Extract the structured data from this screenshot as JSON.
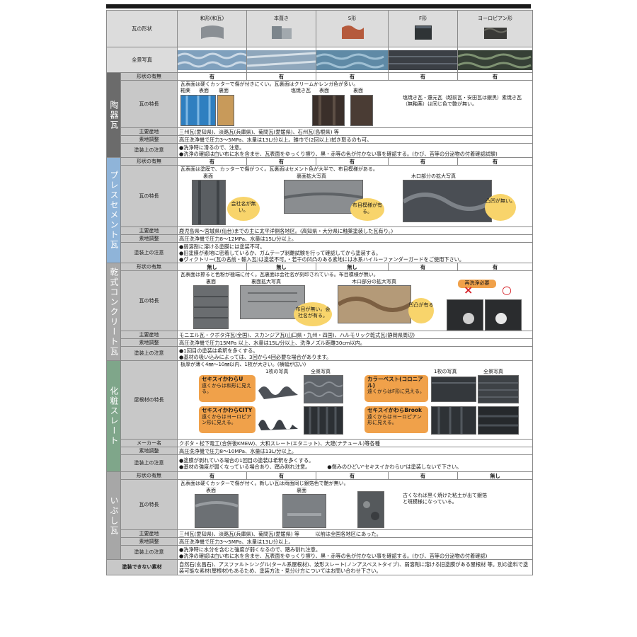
{
  "header": {
    "row_label": "瓦の形状",
    "photo_label": "全景写真",
    "shapes": [
      "和形(和瓦)",
      "本葺き",
      "S形",
      "F形",
      "ヨーロピアン形"
    ]
  },
  "labels": {
    "shape": "形状の有無",
    "feature": "瓦の特長",
    "origin": "主要産地",
    "adjust": "素地調整",
    "caution": "塗装上の注意",
    "roof_feature": "屋根材の特長",
    "maker": "メーカー名",
    "not_paintable": "塗装できない素材"
  },
  "sections": {
    "tougawara": {
      "name": "陶器瓦",
      "shape_values": [
        "有",
        "有",
        "有",
        "有",
        "有"
      ],
      "feature_text": "瓦表面は硬くカッターで傷が付きにくい。瓦裏面はクリームかレンガ色が多い。",
      "cap_yuuyaku": "釉薬",
      "cap_front": "表面",
      "cap_back": "裏面",
      "cap_shioyaki": "塩焼き瓦",
      "cap_front2": "表面",
      "cap_back2": "裏面",
      "note": "塩焼き瓦・還元瓦（越前瓦・安田瓦は銀黒）素焼き瓦（無釉薬）は同じ色で艶が無い。",
      "origin": "三州瓦(愛知県)、淡路瓦(兵庫県)、菊間瓦(愛媛県)、石州瓦(島根県) 等",
      "adjust": "高圧洗浄機で圧力3～5MPa、水量は13L/分以上。雑巾で(2回以上)拭き取るのも可。",
      "caution1": "●洗浄時に滑るので、注意。",
      "caution2": "●洗浄の確認は白い布に水を含ませ、瓦表面をゆっくり擦り、黒・赤等の色が付かない事を確認する。(かび、苔等の分泌物の付着確認試験)"
    },
    "press": {
      "name": "プレスセメント瓦",
      "shape_values": [
        "有",
        "有",
        "有",
        "有",
        "有"
      ],
      "feature_text": "瓦表面は塗膜で、カッターで傷がつく。瓦裏面はセメント色が大半で、布目模様がある。",
      "cap_back": "裏面",
      "cap_back_zoom": "裏面拡大写真",
      "cap_kiguchi": "木口部分の拡大写真",
      "bubble1": "会社名が無い。",
      "bubble2": "布目模様が有る。",
      "bubble3": "凸凹が無い。",
      "origin": "鹿児島県～宮城県(仙台)までの主に太平洋側各地区。(高知県・大分県に釉薬塗装した瓦有り。)",
      "adjust": "高圧洗浄機で圧力8～12MPa、水量は15L/分以上。",
      "caution1": "●弱溶剤に溶ける塗膜には塗装不可。",
      "caution2": "●旧塗膜が素地に密着しているか、ガムテープ剥離試験を行って確認してから塗装する。",
      "caution3": "●ヴィクトリー(瓦の名前・輸入瓦)は塗装不可。・若干の凹凸のある素地には水系ハイルーファンダーガードをご使用下さい。"
    },
    "concrete": {
      "name": "乾式コンクリート瓦",
      "shape_values": [
        "無し",
        "無し",
        "無し",
        "有",
        "有"
      ],
      "feature_text": "瓦表面は擦ると色粉が極端に付く。瓦裏面は会社名が刻印されている。布目模様が無い。",
      "cap_back": "裏面",
      "cap_back_zoom": "裏面拡大写真",
      "cap_kiguchi": "木口部分の拡大写真",
      "cap_rewash": "再洗浄必要",
      "bubble1": "布目が無い。会社名が有る。",
      "bubble2": "凹凸が有る",
      "mark_x": "×",
      "mark_o": "○",
      "origin": "モニエル瓦・クボタ洋瓦(全国)、スカンジア瓦(山口県・九州・四国)、ハルモリック乾式瓦(静岡県周辺)",
      "adjust": "高圧洗浄機で圧力15MPa 以上、水量は15L/分以上、洗浄ノズル距離30cm以内。",
      "caution1": "●1回目の塗装は希釈を多くする。",
      "caution2": "●基材の吸い込みによっては、3回から4回必要な場合があります。"
    },
    "slate": {
      "name": "化粧スレート",
      "feature_text": "板厚が薄く4㎜～10㎜以内、1枚が大きい。(横幅が広い)",
      "cap_one": "1枚の写真",
      "cap_full": "全景写真",
      "cap_one2": "1枚の写真",
      "cap_full2": "全景写真",
      "box1_title": "セキスイかわらU",
      "box1_text": "遠くからは和形に見える。",
      "box2_title": "セキスイかわらCITY",
      "box2_text": "遠くからはヨーロピアン形に見える。",
      "box3_title": "カラーベスト(コロニアル)",
      "box3_text": "遠くからはF形に見える。",
      "box4_title": "セキスイかわらBrook",
      "box4_text": "遠くからはヨーロピアン形に見える。",
      "maker": "クボタ・松下電工(合併後KMEW)、大和スレート(エタニット)、大建(ナチュール)等各種",
      "adjust": "高圧洗浄機で圧力8～10MPa、水量は13L/分以上。",
      "caution1": "●塗膜が剥れている場合の1回目の塗装は希釈を多くする。",
      "caution2": "●基材の強度が弱くなっている場合あり、踏み割れ注意。",
      "caution3": "●傷みのひどい\"セキスイかわらU\"は塗装しないで下さい。"
    },
    "ibushi": {
      "name": "いぶし瓦",
      "shape_values": [
        "有",
        "有",
        "有",
        "有",
        "無し"
      ],
      "feature_text": "瓦表面は硬くカッターで傷が付く。新しい瓦は両面同じ銀箔色で艶が無い。",
      "cap_front": "表面",
      "cap_back": "裏面",
      "note": "古くなれば黒く焼けた粘土が出て銀箔と斑模様になっている。",
      "origin": "三州瓦(愛知県)、淡路瓦(兵庫県)、菊間瓦(愛媛県) 等",
      "origin2": "以前は全国各地区にあった。",
      "adjust": "高圧洗浄機で圧力3～5MPa、水量は13L/分以上。",
      "caution1": "●洗浄時に水分を含むと強度が弱くなるので、踏み割れ注意。",
      "caution2": "●洗浄の確認は白い布に水を含ませ、瓦表面をゆっくり擦り、黒・赤等の色が付かない事を確認する。(かび、苔等の分泌物の付着確認)"
    },
    "not_paintable_text": "自然石(玄昌石)、アスファルトシングル(タール系屋根材)、波形スレート(ノンアスベストタイプ)、弱溶剤に溶ける旧塗膜がある屋根材 等。別の塗料で塗装可能な素材(屋根材)もあるため、塗装方法・見分け方についてはお問い合わせ下さい。"
  },
  "colors": {
    "header_gray": "#dcdcdc",
    "label_gray": "#c8c8c8",
    "tougawara": "#6b6b6b",
    "press": "#8fb4d9",
    "concrete": "#a9a9a9",
    "slate": "#7fa68a",
    "ibushi": "#a7a7a7",
    "bubble_yellow": "#f8d46b",
    "box_orange": "#f0a14a"
  }
}
